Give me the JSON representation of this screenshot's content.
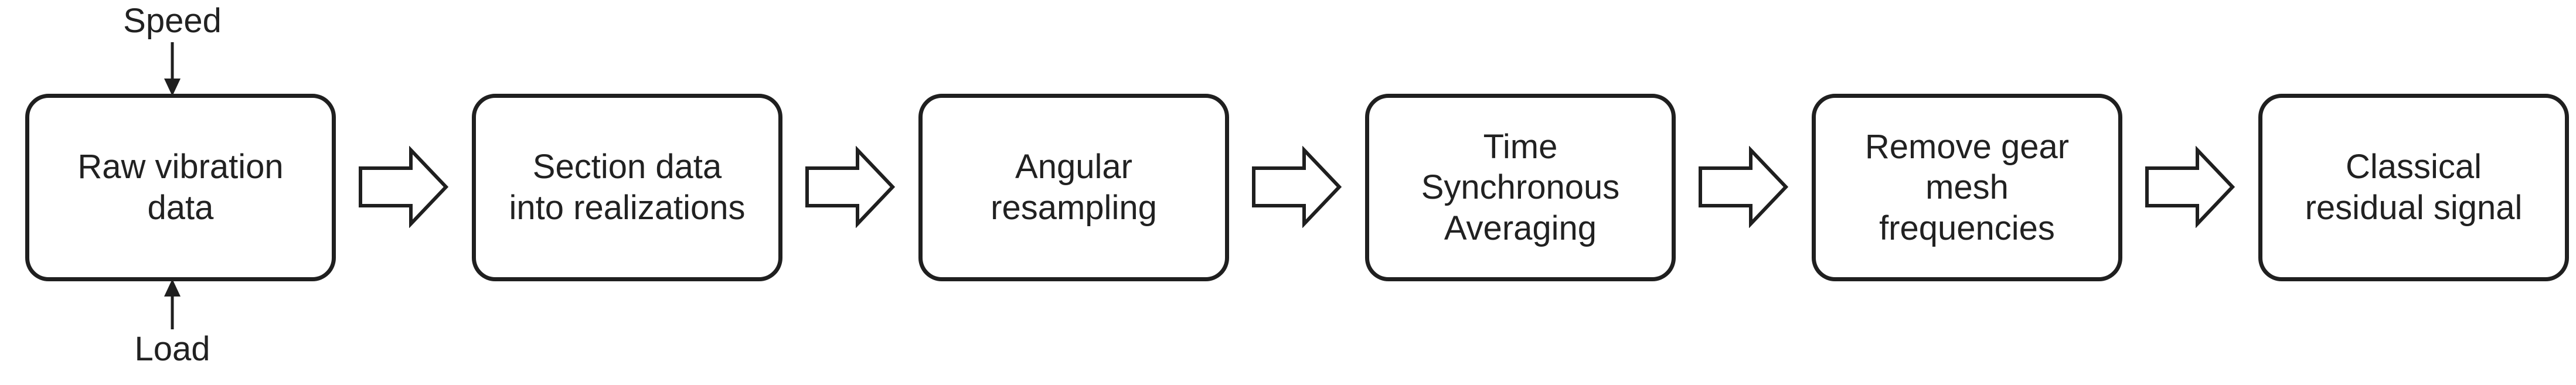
{
  "flow": {
    "inputs": [
      {
        "label": "Speed"
      },
      {
        "label": "Load"
      }
    ],
    "steps": [
      {
        "lines": [
          "Raw vibration",
          "data"
        ]
      },
      {
        "lines": [
          "Section data",
          "into realizations"
        ]
      },
      {
        "lines": [
          "Angular",
          "resampling"
        ]
      },
      {
        "lines": [
          "Time",
          "Synchronous",
          "Averaging"
        ]
      },
      {
        "lines": [
          "Remove gear",
          "mesh",
          "frequencies"
        ]
      },
      {
        "lines": [
          "Classical",
          "residual signal"
        ]
      }
    ]
  },
  "colors": {
    "stroke": "#1f1f1f",
    "text": "#212121",
    "background": "#ffffff"
  }
}
